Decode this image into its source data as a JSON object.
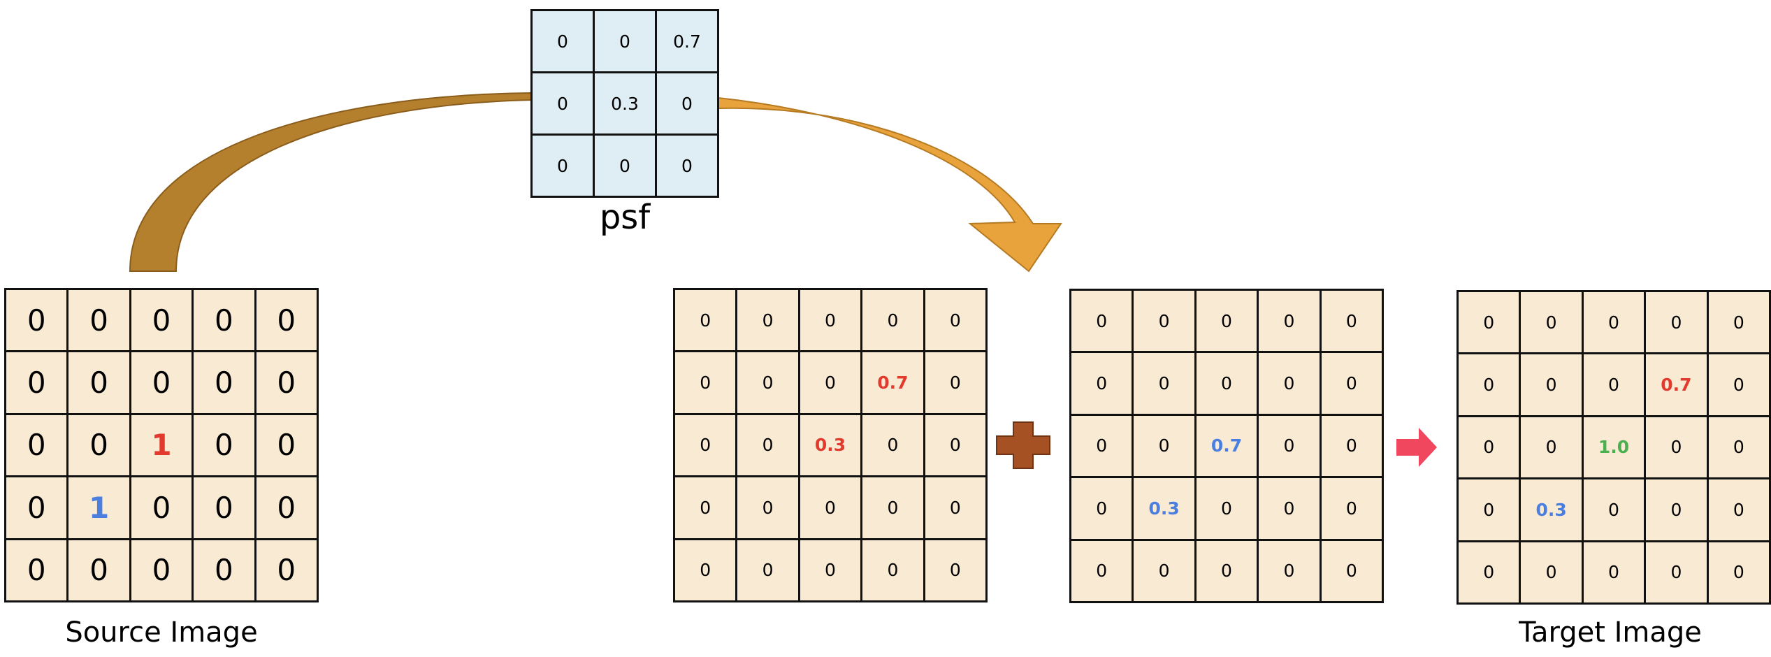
{
  "psf": {
    "label": "psf",
    "cells": [
      [
        "0",
        "0",
        "0.7"
      ],
      [
        "0",
        "0.3",
        "0"
      ],
      [
        "0",
        "0",
        "0"
      ]
    ]
  },
  "source": {
    "label": "Source Image",
    "cells": [
      [
        "0",
        "0",
        "0",
        "0",
        "0"
      ],
      [
        "0",
        "0",
        "0",
        "0",
        "0"
      ],
      [
        "0",
        "0",
        "1",
        "0",
        "0"
      ],
      [
        "0",
        "1",
        "0",
        "0",
        "0"
      ],
      [
        "0",
        "0",
        "0",
        "0",
        "0"
      ]
    ],
    "highlights": [
      {
        "row": 2,
        "col": 2,
        "color": "#e23b2e"
      },
      {
        "row": 3,
        "col": 1,
        "color": "#4a7fe0"
      }
    ]
  },
  "partial_red": {
    "cells": [
      [
        "0",
        "0",
        "0",
        "0",
        "0"
      ],
      [
        "0",
        "0",
        "0",
        "0.7",
        "0"
      ],
      [
        "0",
        "0",
        "0.3",
        "0",
        "0"
      ],
      [
        "0",
        "0",
        "0",
        "0",
        "0"
      ],
      [
        "0",
        "0",
        "0",
        "0",
        "0"
      ]
    ],
    "highlights": [
      {
        "row": 1,
        "col": 3,
        "color": "#e23b2e"
      },
      {
        "row": 2,
        "col": 2,
        "color": "#e23b2e"
      }
    ]
  },
  "partial_blue": {
    "cells": [
      [
        "0",
        "0",
        "0",
        "0",
        "0"
      ],
      [
        "0",
        "0",
        "0",
        "0",
        "0"
      ],
      [
        "0",
        "0",
        "0.7",
        "0",
        "0"
      ],
      [
        "0",
        "0.3",
        "0",
        "0",
        "0"
      ],
      [
        "0",
        "0",
        "0",
        "0",
        "0"
      ]
    ],
    "highlights": [
      {
        "row": 2,
        "col": 2,
        "color": "#4a7fe0"
      },
      {
        "row": 3,
        "col": 1,
        "color": "#4a7fe0"
      }
    ]
  },
  "target": {
    "label": "Target Image",
    "cells": [
      [
        "0",
        "0",
        "0",
        "0",
        "0"
      ],
      [
        "0",
        "0",
        "0",
        "0.7",
        "0"
      ],
      [
        "0",
        "0",
        "1.0",
        "0",
        "0"
      ],
      [
        "0",
        "0.3",
        "0",
        "0",
        "0"
      ],
      [
        "0",
        "0",
        "0",
        "0",
        "0"
      ]
    ],
    "highlights": [
      {
        "row": 1,
        "col": 3,
        "color": "#e23b2e"
      },
      {
        "row": 2,
        "col": 2,
        "color": "#4caf50"
      },
      {
        "row": 3,
        "col": 1,
        "color": "#4a7fe0"
      }
    ]
  },
  "colors": {
    "cell_beige": "#f9ead3",
    "cell_blue": "#dfeef4",
    "arrow_left": "#b5802d",
    "arrow_right": "#e8a33c",
    "plus": "#a65124",
    "result_arrow": "#f0465e"
  },
  "icons": [
    "curved-arrow-icon",
    "plus-icon",
    "right-arrow-icon"
  ]
}
